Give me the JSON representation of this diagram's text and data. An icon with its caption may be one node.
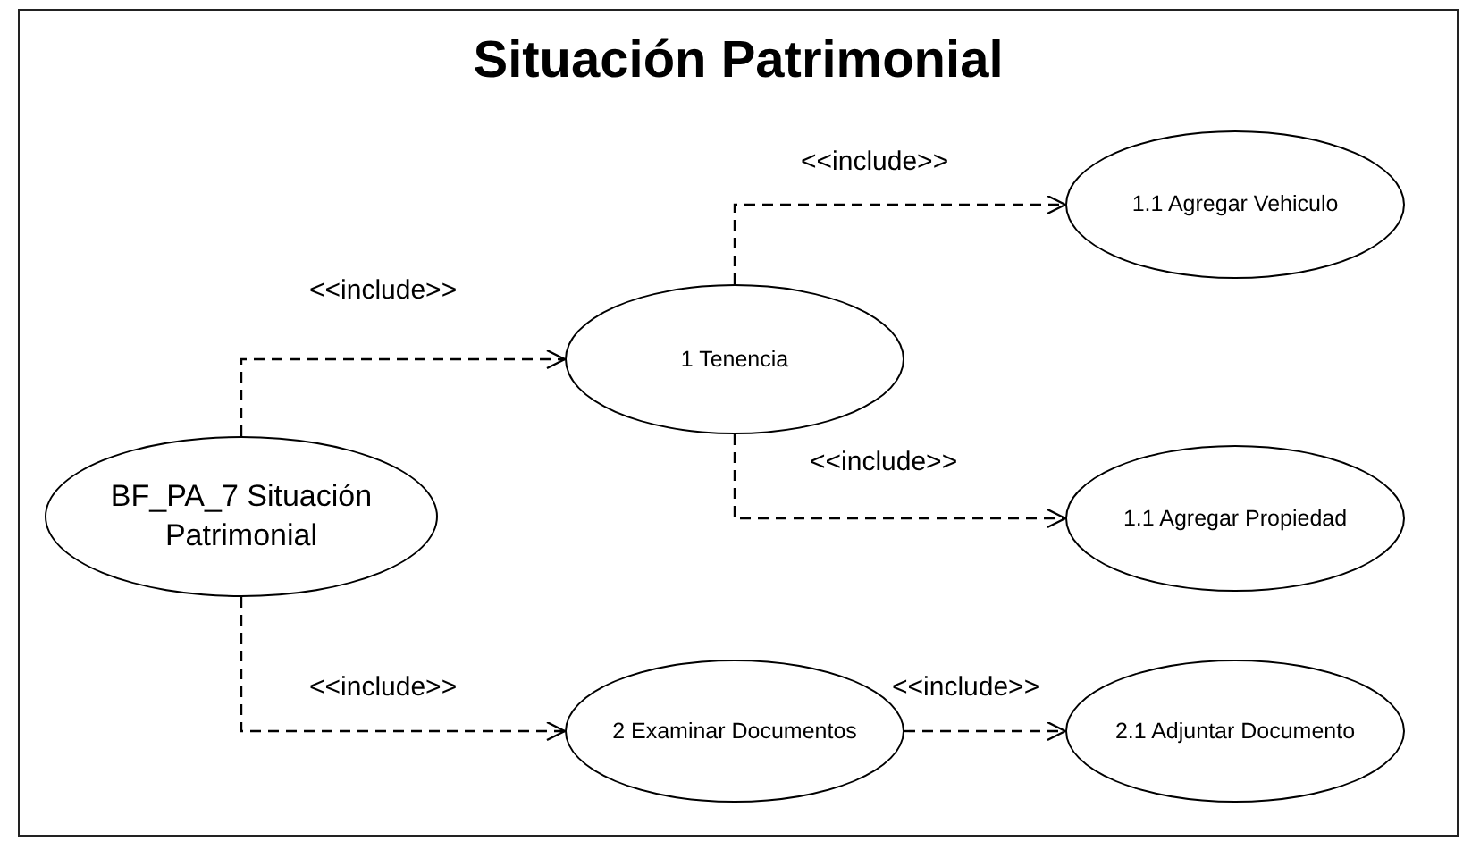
{
  "diagram": {
    "title": "Situación Patrimonial",
    "nodes": [
      {
        "text": [
          "BF_PA_7 Situación Patrimonial"
        ]
      },
      {
        "text": [
          "1 Tenencia"
        ]
      },
      {
        "text": [
          "1.1 Agregar Vehiculo"
        ]
      },
      {
        "text": [
          "1.1 Agregar Propiedad"
        ]
      },
      {
        "text": [
          "2 Examinar Documentos"
        ]
      },
      {
        "text": [
          "2.1 Adjuntar Documento"
        ]
      }
    ],
    "edges": [
      {
        "from": 0,
        "to": 1,
        "arrow": "to",
        "label": "<<include>>",
        "style": "dashed"
      },
      {
        "from": 1,
        "to": 2,
        "arrow": "to",
        "label": "<<include>>",
        "style": "dashed"
      },
      {
        "from": 1,
        "to": 3,
        "arrow": "to",
        "label": "<<include>>",
        "style": "dashed"
      },
      {
        "from": 0,
        "to": 4,
        "arrow": "to",
        "label": "<<include>>",
        "style": "dashed"
      },
      {
        "from": 4,
        "to": 5,
        "arrow": "to",
        "label": "<<include>>",
        "style": "dashed"
      }
    ]
  }
}
